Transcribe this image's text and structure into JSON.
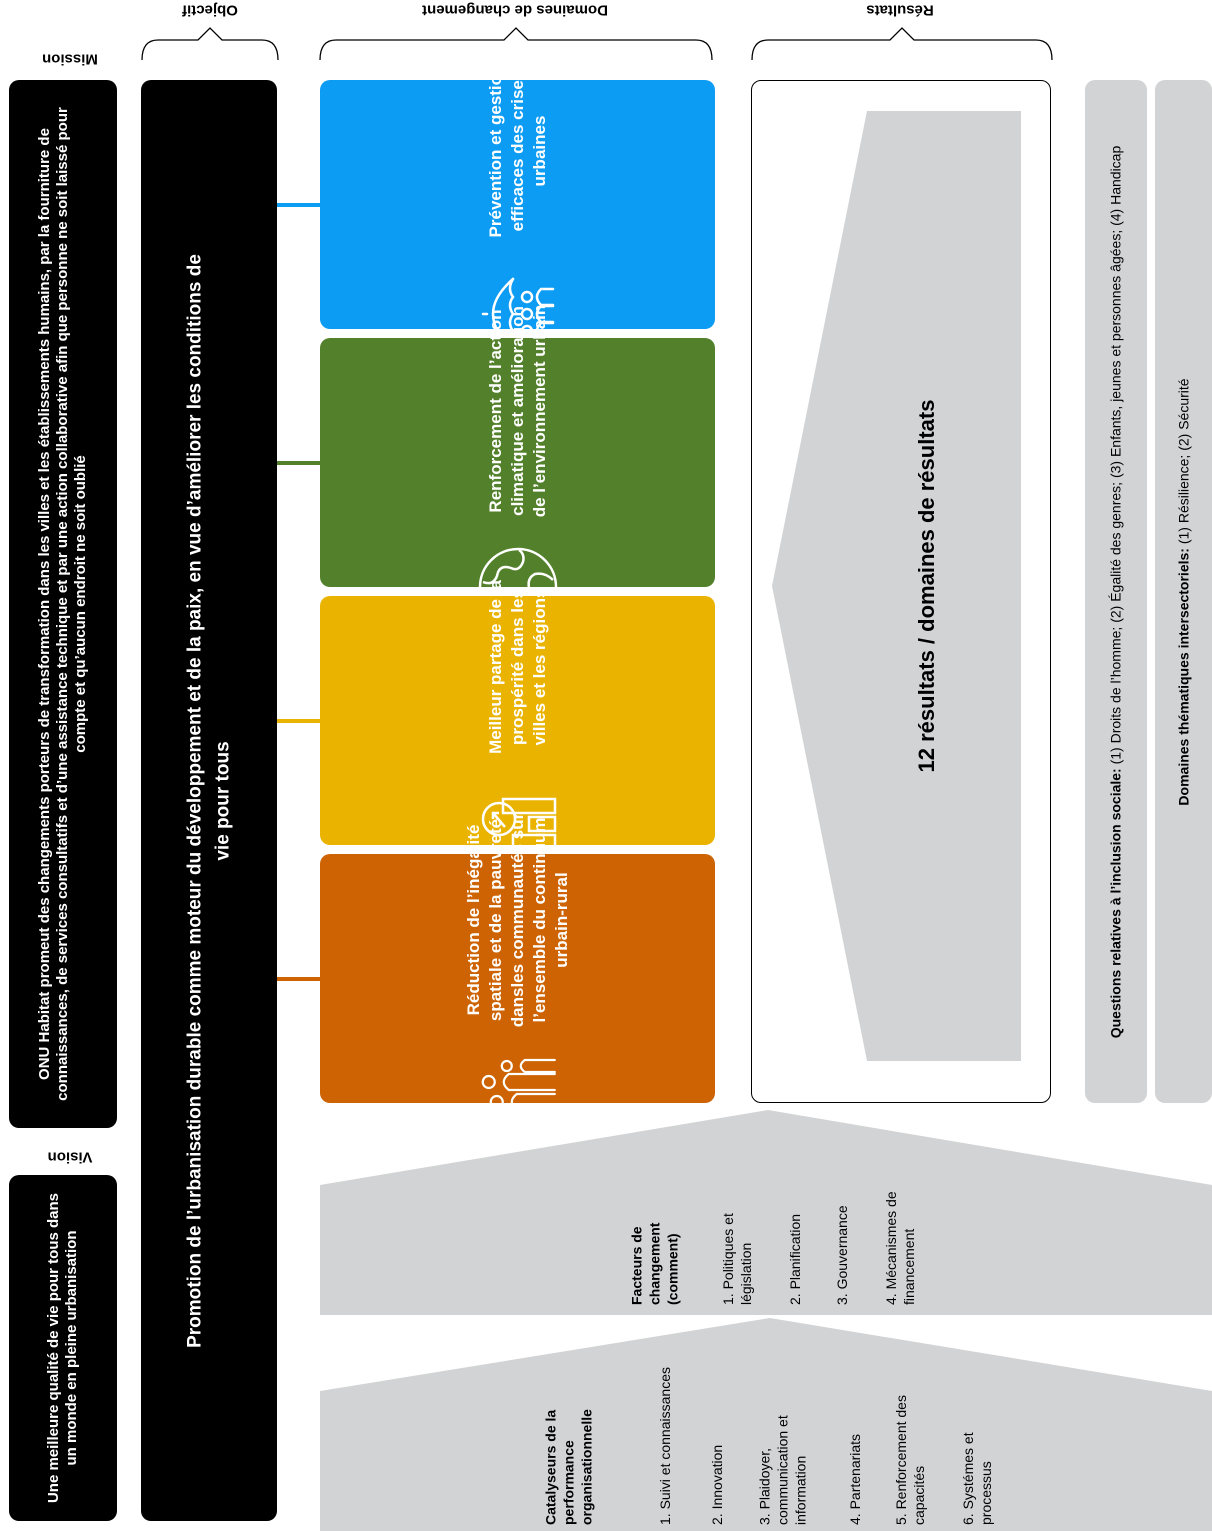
{
  "headers": {
    "mission": "Mission",
    "objective": "Objectif",
    "domains": "Domaines de changement",
    "results": "Résultats",
    "vision": "Vision"
  },
  "mission_text": "ONU Habitat promeut des changements porteurs de transformation dans les villes et les établissements humains, par la fourniture de connaissances, de services consultatifs et d’une assistance technique et par une action collaborative afin que personne ne soit laissé pour compte et qu’aucun endroit ne soit oublié",
  "vision_text": "Une meilleure qualité de vie pour tous dans un monde en pleine urbanisation",
  "objective_text": "Promotion de l’urbanisation durable comme moteur du développement et de la paix, en vue d’améliorer les conditions de vie pour tous",
  "domains": [
    {
      "label": "Prévention et gestion efficaces des crises urbaines",
      "icon": "umbrella-people-icon",
      "color": "#0d9cf4"
    },
    {
      "label": "Renforcement de l’action climatique et amélioration de l’environnement urbain",
      "icon": "globe-icon",
      "color": "#53812b"
    },
    {
      "label": "Meilleur partage de la prospérité dans les villes et les régions",
      "icon": "bar-chart-growth-icon",
      "color": "#eab300"
    },
    {
      "label": "Réduction de l’inégalité spatiale et de la pauvreté dansles communautés sur l’ensemble du continuum urbain-rural",
      "icon": "community-people-icon",
      "color": "#cd6302"
    }
  ],
  "results_text": "12 résultats / domaines de résultats",
  "social_inclusion": {
    "title": "Questions relatives à l’inclusion sociale:",
    "text": "(1) Droits de l’homme; (2) Égalité des genres; (3) Enfants, jeunes et personnes âgées; (4) Handicap"
  },
  "thematic": {
    "title": "Domaines thématiques intersectoriels:",
    "text": "(1) Résilience; (2) Sécurité"
  },
  "drivers": {
    "title": "Facteurs de changement (comment)",
    "items": [
      "1. Politiques et législation",
      "2. Planification",
      "3. Gouvernance",
      "4. Mécanismes de financement"
    ]
  },
  "catalysts": {
    "title": "Catalyseurs de la performance organisationnelle",
    "items": [
      "1. Suivi et connaissances",
      "2. Innovation",
      "3. Plaidoyer, communication et information",
      "4. Partenariats",
      "5. Renforcement des capacités",
      "6. Systémes et processus"
    ]
  }
}
